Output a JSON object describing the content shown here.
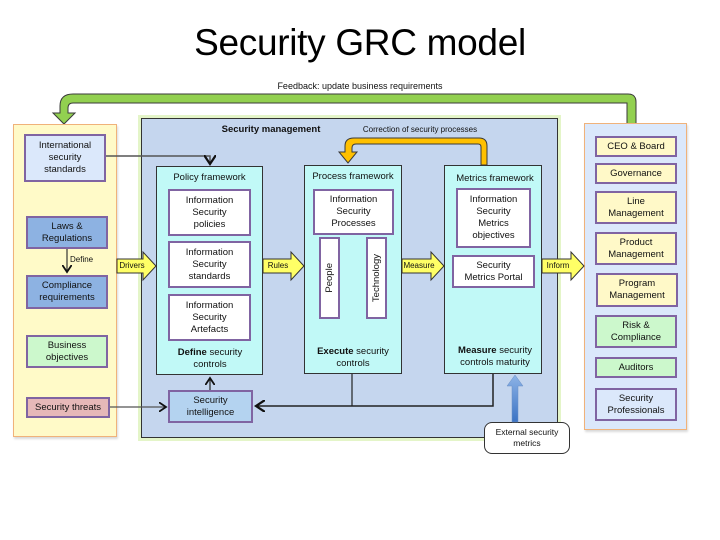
{
  "title": "Security GRC model",
  "feedback_label": "Feedback: update business requirements",
  "correction_label": "Correction of security processes",
  "left_panel": {
    "items": [
      {
        "label": "International security standards",
        "lines": [
          "International",
          "security",
          "standards"
        ],
        "color": "#dbe8fb"
      },
      {
        "label": "Laws & Regulations",
        "lines": [
          "Laws &",
          "Regulations"
        ],
        "color": "#8db2e2"
      },
      {
        "label": "Compliance requirements",
        "lines": [
          "Compliance",
          "requirements"
        ],
        "color": "#8db2e2"
      },
      {
        "label": "Business objectives",
        "lines": [
          "Business",
          "objectives"
        ],
        "color": "#ccf8cc"
      },
      {
        "label": "Security threats",
        "lines": [
          "Security threats"
        ],
        "color": "#e6b8b8"
      }
    ],
    "define_label": "Define"
  },
  "security_management": {
    "title": "Security management",
    "policy": {
      "title": "Policy framework",
      "items": [
        {
          "lines": [
            "Information",
            "Security",
            "policies"
          ]
        },
        {
          "lines": [
            "Information",
            "Security",
            "standards"
          ]
        },
        {
          "lines": [
            "Information",
            "Security",
            "Artefacts"
          ]
        }
      ],
      "caption_bold": "Define",
      "caption_rest": " security controls"
    },
    "process": {
      "title": "Process framework",
      "main": {
        "lines": [
          "Information",
          "Security",
          "Processes"
        ]
      },
      "pillars": [
        "People",
        "Technology"
      ],
      "caption_bold": "Execute",
      "caption_rest": " security controls"
    },
    "metrics": {
      "title": "Metrics framework",
      "items": [
        {
          "lines": [
            "Information",
            "Security",
            "Metrics",
            "objectives"
          ]
        },
        {
          "lines": [
            "Security",
            "Metrics Portal"
          ]
        }
      ],
      "caption_bold": "Measure",
      "caption_rest": " security controls maturity"
    },
    "intelligence": {
      "lines": [
        "Security",
        "intelligence"
      ]
    }
  },
  "arrows": {
    "drivers": "Drivers",
    "rules": "Rules",
    "measure": "Measure",
    "inform": "Inform"
  },
  "external_metrics": {
    "lines": [
      "External security",
      "metrics"
    ]
  },
  "right_panel": {
    "items": [
      {
        "label": "CEO & Board",
        "lines": [
          "CEO & Board"
        ],
        "color": "#fff9c8"
      },
      {
        "label": "Governance",
        "lines": [
          "Governance"
        ],
        "color": "#fff9c8"
      },
      {
        "label": "Line Management",
        "lines": [
          "Line",
          "Management"
        ],
        "color": "#fff9c8"
      },
      {
        "label": "Product Management",
        "lines": [
          "Product",
          "Management"
        ],
        "color": "#fff9c8"
      },
      {
        "label": "Program Management",
        "lines": [
          "Program",
          "Management"
        ],
        "color": "#fff9c8"
      },
      {
        "label": "Risk & Compliance",
        "lines": [
          "Risk &",
          "Compliance"
        ],
        "color": "#ccf8cc"
      },
      {
        "label": "Auditors",
        "lines": [
          "Auditors"
        ],
        "color": "#ccf8cc"
      },
      {
        "label": "Security Professionals",
        "lines": [
          "Security",
          "Professionals"
        ],
        "color": "#dbe8fb"
      }
    ]
  },
  "colors": {
    "feedback_arrow": "#92d050",
    "correction_arrow": "#ffc000",
    "flow_arrow": "#ffff66",
    "external_arrow": "#4f81bd",
    "box_border": "#8064a2"
  }
}
